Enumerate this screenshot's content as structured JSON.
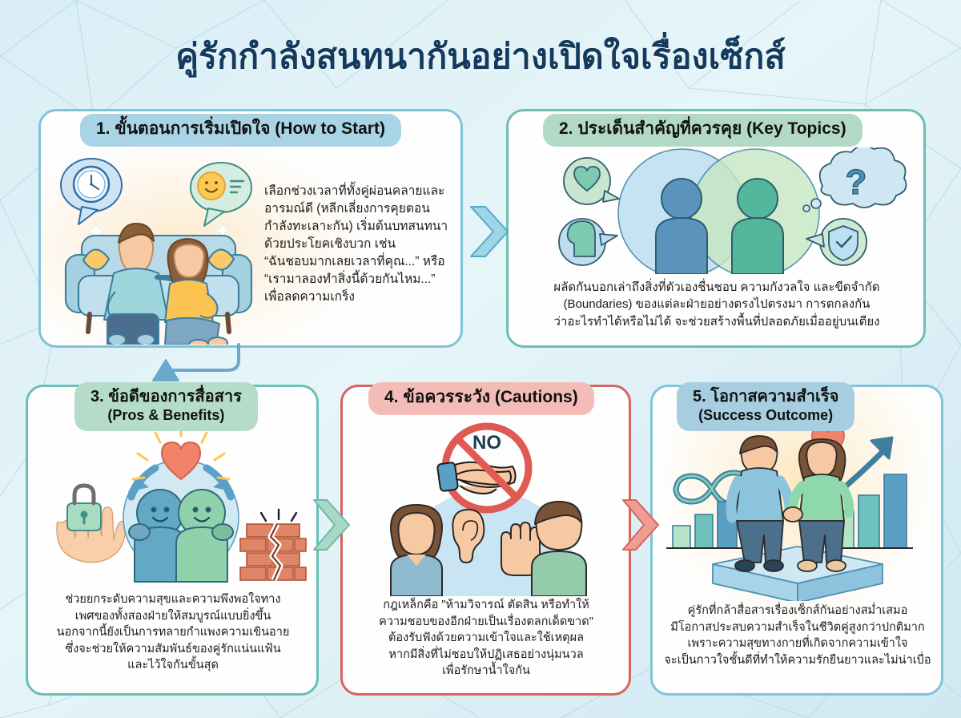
{
  "title": "คู่รักกำลังสนทนากันอย่างเปิดใจเรื่องเซ็กส์",
  "colors": {
    "background": "#dff0f6",
    "title_text": "#143b5e",
    "card1_border": "#7fc4d8",
    "card2_border": "#6dbfae",
    "card3_border": "#66c1b6",
    "card4_border": "#d9635e",
    "card5_border": "#7fc4d8",
    "chip1_bg": "#a9d4e6",
    "chip2_bg": "#b2d9c4",
    "chip3_bg": "#b4dcc9",
    "chip4_bg": "#f3bcb6",
    "chip5_bg": "#a7cee0",
    "heart_accent": "#f0836a",
    "no_sign": "#e05a54"
  },
  "cards": [
    {
      "id": "card-1",
      "number": "1.",
      "heading_th": "1. ขั้นตอนการเริ่มเปิดใจ (How to Start)",
      "heading_sub": "",
      "body": "เลือกช่วงเวลาที่ทั้งคู่ผ่อนคลายและ\nอารมณ์ดี (หลีกเลี่ยงการคุยตอน\nกำลังทะเลาะกัน) เริ่มต้นบทสนทนา\nด้วยประโยคเชิงบวก เช่น\n“ฉันชอบมากเลยเวลาที่คุณ...” หรือ\n“เรามาลองทำสิ่งนี้ด้วยกันไหม...”\nเพื่อลดความเกร็ง",
      "icons": [
        "clock-speech-bubble",
        "smiley-speech-bubble",
        "couple-on-sofa",
        "sparkle"
      ]
    },
    {
      "id": "card-2",
      "number": "2.",
      "heading_th": "2. ประเด็นสำคัญที่ควรคุย (Key Topics)",
      "heading_sub": "",
      "body": "ผลัดกันบอกเล่าถึงสิ่งที่ตัวเองชื่นชอบ ความกังวลใจ และขีดจำกัด\n(Boundaries) ของแต่ละฝ่ายอย่างตรงไปตรงมา การตกลงกัน\nว่าอะไรทำได้หรือไม่ได้ จะช่วยสร้างพื้นที่ปลอดภัยเมื่ออยู่บนเตียง",
      "icons": [
        "heart-bubble-icon",
        "head-profile-bubble-icon",
        "venn-two-people",
        "question-thought-bubble-icon",
        "shield-check-icon"
      ]
    },
    {
      "id": "card-3",
      "number": "3.",
      "heading_th": "3. ข้อดีของการสื่อสาร",
      "heading_sub": "(Pros & Benefits)",
      "body": "ช่วยยกระดับความสุขและความพึงพอใจทาง\nเพศของทั้งสองฝ่ายให้สมบูรณ์แบบยิ่งขึ้น\nนอกจากนี้ยังเป็นการทลายกำแพงความเขินอาย\nซึ่งจะช่วยให้ความสัมพันธ์ของคู่รักแน่นแฟ้น\nและไว้ใจกันขั้นสุด",
      "icons": [
        "hands-holding-lock-icon",
        "two-smiling-figures-heart",
        "cracked-brick-wall-icon",
        "circular-arrows-icon"
      ]
    },
    {
      "id": "card-4",
      "number": "4.",
      "heading_th": "4. ข้อควรระวัง (Cautions)",
      "heading_sub": "",
      "body": "กฎเหล็กคือ \"ห้ามวิจารณ์ ตัดสิน หรือทำให้\nความชอบของอีกฝ่ายเป็นเรื่องตลกเด็ดขาด\"\nต้องรับฟังด้วยความเข้าใจและใช้เหตุผล\nหากมีสิ่งที่ไม่ชอบให้ปฏิเสธอย่างนุ่มนวล\nเพื่อรักษาน้ำใจกัน",
      "no_sign_label": "NO",
      "icons": [
        "no-pointing-finger-icon",
        "woman-figure",
        "ear-icon",
        "raised-hand-icon",
        "man-figure"
      ]
    },
    {
      "id": "card-5",
      "number": "5.",
      "heading_th": "5. โอกาสความสำเร็จ",
      "heading_sub": "(Success Outcome)",
      "body": "คู่รักที่กล้าสื่อสารเรื่องเซ็กส์กันอย่างสม่ำเสมอ\nมีโอกาสประสบความสำเร็จในชีวิตคู่สูงกว่าปกติมาก\nเพราะความสุขทางกายที่เกิดจากความเข้าใจ\nจะเป็นกาวใจชั้นดีที่ทำให้ความรักยืนยาวและไม่น่าเบื่อ",
      "icons": [
        "infinity-icon",
        "couple-holding-hands",
        "heart-icon",
        "bar-chart-growth-icon",
        "upward-arrow-icon"
      ]
    }
  ],
  "connectors": [
    {
      "name": "arrow-card1-to-card2",
      "direction": "right",
      "color": "#6ab4cf"
    },
    {
      "name": "arrow-card2-to-card3",
      "direction": "down-left",
      "color": "#6aa9cc"
    },
    {
      "name": "arrow-card3-to-card4",
      "direction": "right",
      "color": "#8fc9bb"
    },
    {
      "name": "arrow-card4-to-card5",
      "direction": "right",
      "color": "#e08b84"
    }
  ]
}
